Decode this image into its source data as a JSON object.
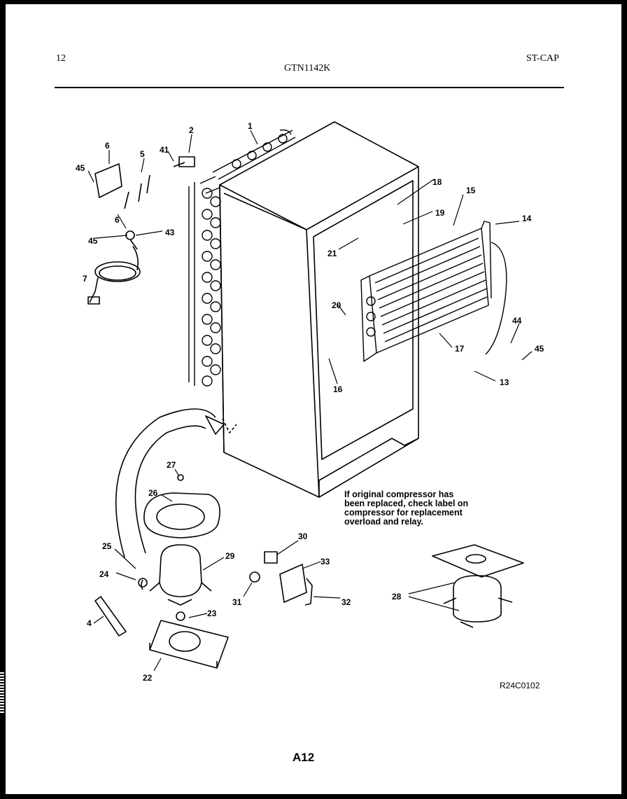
{
  "header": {
    "page_number": "12",
    "model": "GTN1142K",
    "code": "ST-CAP"
  },
  "callouts": {
    "c1": "1",
    "c2": "2",
    "c4": "4",
    "c5": "5",
    "c6": "6",
    "c6b": "6",
    "c7": "7",
    "c13": "13",
    "c14": "14",
    "c15": "15",
    "c16": "16",
    "c17": "17",
    "c18": "18",
    "c19": "19",
    "c20": "20",
    "c21": "21",
    "c22": "22",
    "c23": "23",
    "c24": "24",
    "c25": "25",
    "c26": "26",
    "c27": "27",
    "c28": "28",
    "c29": "29",
    "c30": "30",
    "c31": "31",
    "c32": "32",
    "c33": "33",
    "c41": "41",
    "c43": "43",
    "c44": "44",
    "c45a": "45",
    "c45b": "45",
    "c45c": "45"
  },
  "note": {
    "line1": "If original compressor has",
    "line2": "been replaced, check label on",
    "line3": "compressor for replacement",
    "line4": "overload and relay."
  },
  "footer": {
    "diagram_ref": "R24C0102",
    "page_id": "A12"
  }
}
